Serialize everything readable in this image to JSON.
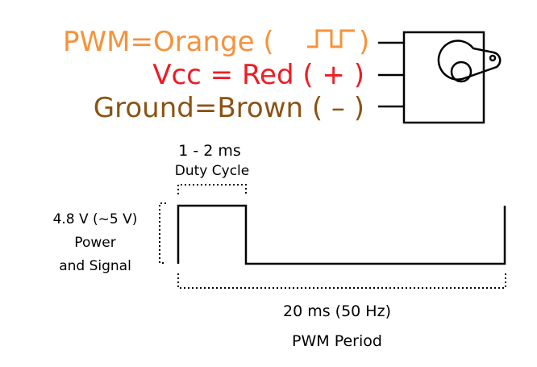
{
  "servo_wires": {
    "pwm": {
      "text": "PWM=Orange (",
      "close": ")",
      "color": "#f7923a"
    },
    "vcc": {
      "text": "Vcc = Red ( + )",
      "color": "#ee1c24"
    },
    "ground": {
      "text": "Ground=Brown ( – )",
      "color": "#8b5314"
    }
  },
  "timing": {
    "duty_value": "1 - 2 ms",
    "duty_label": "Duty Cycle",
    "voltage_value": "4.8 V (~5 V)",
    "voltage_label_1": "Power",
    "voltage_label_2": "and Signal",
    "period_value": "20 ms (50 Hz)",
    "period_label": "PWM Period"
  },
  "colors": {
    "line": "#000000"
  },
  "icons": {
    "servo": "servo-motor-icon",
    "pulse": "square-pulse-icon"
  }
}
